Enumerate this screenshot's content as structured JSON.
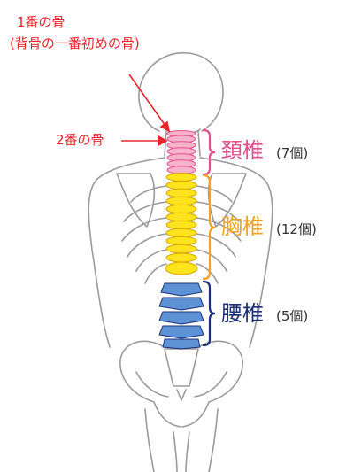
{
  "annotations": {
    "first_bone_line1": "1番の骨",
    "first_bone_line2": "(背骨の一番初めの骨)",
    "second_bone": "2番の骨"
  },
  "regions": [
    {
      "name": "頚椎",
      "count": "(7個)",
      "color": "#e34e8f"
    },
    {
      "name": "胸椎",
      "count": "(12個)",
      "color": "#efa21f"
    },
    {
      "name": "腰椎",
      "count": "(5個)",
      "color": "#1d2f78"
    }
  ],
  "colors": {
    "annotation": "#e8252c",
    "cervical_fill": "#f6b3c9",
    "thoracic_fill": "#ffe31c",
    "lumbar_fill": "#5d92d6",
    "outline": "#9a9a9a"
  }
}
